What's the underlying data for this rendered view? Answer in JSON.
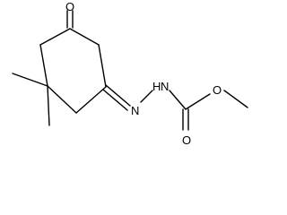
{
  "molecule": {
    "atoms": {
      "ketone_oxygen": "O",
      "imine_nitrogen": "N",
      "hydrazide_nitrogen": "N",
      "hydrazide_hydrogen": "H",
      "carbonyl_oxygen": "O",
      "ester_oxygen": "O"
    }
  }
}
